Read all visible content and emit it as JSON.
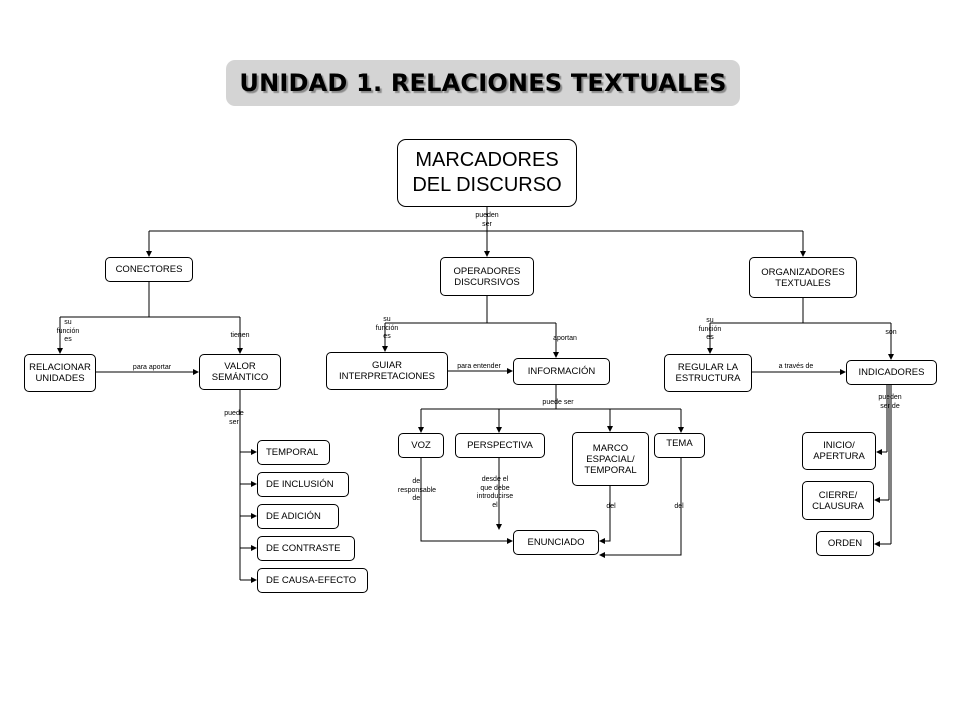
{
  "title": "UNIDAD 1. RELACIONES TEXTUALES",
  "nodes": {
    "root": "MARCADORES\nDEL DISCURSO",
    "conectores": "CONECTORES",
    "operadores": "OPERADORES\nDISCURSIVOS",
    "organizadores": "ORGANIZADORES\nTEXTUALES",
    "relacionar": "RELACIONAR\nUNIDADES",
    "valor": "VALOR\nSEMÁNTICO",
    "guiar": "GUIAR\nINTERPRETACIONES",
    "informacion": "INFORMACIÓN",
    "regular": "REGULAR LA\nESTRUCTURA",
    "indicadores": "INDICADORES",
    "temporal": "TEMPORAL",
    "inclusion": "DE INCLUSIÓN",
    "adicion": "DE ADICIÓN",
    "contraste": "DE CONTRASTE",
    "causa": "DE CAUSA-EFECTO",
    "voz": "VOZ",
    "perspectiva": "PERSPECTIVA",
    "marco": "MARCO\nESPACIAL/\nTEMPORAL",
    "tema": "TEMA",
    "enunciado": "ENUNCIADO",
    "inicio": "INICIO/\nAPERTURA",
    "cierre": "CIERRE/\nCLAUSURA",
    "orden": "ORDEN"
  },
  "labels": {
    "pueden_ser": "pueden\nser",
    "su_funcion_1": "su\nfunción\nes",
    "tienen": "tienen",
    "su_funcion_2": "su\nfunción\nes",
    "aportan": "aportan",
    "su_funcion_3": "su\nfunción\nes",
    "son": "son",
    "para_aportar": "para aportar",
    "para_entender": "para entender",
    "a_traves_de": "a través de",
    "puede_ser_1": "puede\nser",
    "puede_ser_2": "puede ser",
    "pueden_ser_de": "pueden\nser de",
    "del_responsable": "del\nresponsable\ndel",
    "desde_el": "desde el\nque debe\nintroducirse\nel",
    "del_1": "del",
    "del_2": "del"
  }
}
